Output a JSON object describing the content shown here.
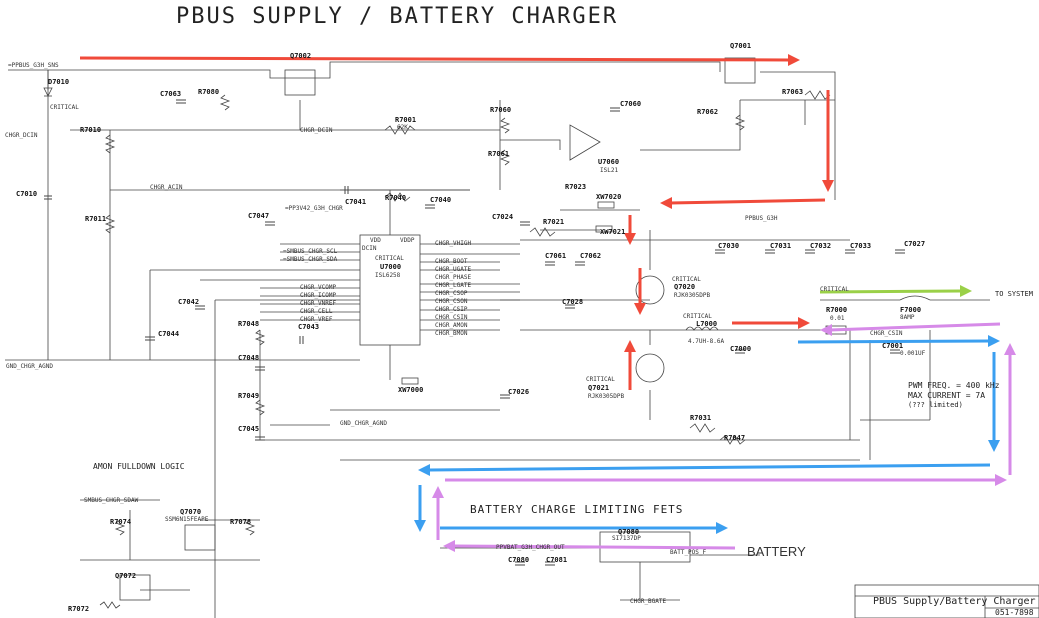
{
  "header": {
    "title": "PBUS SUPPLY / BATTERY CHARGER"
  },
  "colors": {
    "red": "#f04a3a",
    "blue": "#3b9ff0",
    "violet": "#d68ae8",
    "green": "#9ad048",
    "wire": "#444444"
  },
  "refs": {
    "q7001": "Q7001",
    "q7002": "Q7002",
    "d7010": "D7010",
    "d7010_note": "CRITICAL",
    "c7063": "C7063",
    "r7080": "R7080",
    "r7010": "R7010",
    "r7011": "R7011",
    "c7010": "C7010",
    "r7001": "R7001",
    "r7001_val": "62K",
    "r7060": "R7060",
    "r7061": "R7061",
    "u7060": "U7060",
    "u7060_part": "ISL21",
    "c7060": "C7060",
    "r7062": "R7062",
    "r7063": "R7063",
    "r7023": "R7023",
    "xw7020": "XW7020",
    "c7024": "C7024",
    "r7021": "R7021",
    "xw7021": "XW7021",
    "c7041": "C7041",
    "r7040": "R7040",
    "c7040": "C7040",
    "c7047": "C7047",
    "u7000": "U7000",
    "u7000_part": "ISL6258",
    "critical": "CRITICAL",
    "c7042": "C7042",
    "c7044": "C7044",
    "r7048": "R7048",
    "c7043": "C7043",
    "c7048": "C7048",
    "r7049": "R7049",
    "c7045": "C7045",
    "xw7000": "XW7000",
    "c7026": "C7026",
    "c7061": "C7061",
    "c7062": "C7062",
    "c7028": "C7028",
    "q7020": "Q7020",
    "q7020_part": "RJK0305DPB",
    "q7021": "Q7021",
    "q7021_part": "RJK0305DPB",
    "l7000": "L7000",
    "l7000_val": "4.7UH-8.6A",
    "c7000": "C7000",
    "r7000": "R7000",
    "r7000_val": "0.01",
    "f7000": "F7000",
    "f7000_val": "8AMP",
    "c7030": "C7030",
    "c7031": "C7031",
    "c7032": "C7032",
    "c7033": "C7033",
    "c7027": "C7027",
    "c7001": "C7001",
    "c7001_val": "0.001UF",
    "r7031": "R7031",
    "r7047": "R7047",
    "q7070": "Q7070",
    "q7070_part": "SSM6N15FEAPE",
    "r7074": "R7074",
    "r7078": "R7078",
    "q7072": "Q7072",
    "r7072": "R7072",
    "q7080": "Q7080",
    "q7080_part": "SI7137DP",
    "c7080": "C7080",
    "c7081": "C7081"
  },
  "nets": {
    "pbus_in": "=PPBUS_G3H_SNS",
    "gnd_chgr": "GND_CHGR_AGND",
    "chgr_dcin": "CHGR_DCIN",
    "chgr_acin": "CHGR_ACIN",
    "vddp": "VDDP",
    "vdd": "VDD",
    "dcin": "DCIN",
    "chgr_vhigh": "CHGR_VHIGH",
    "chgr_boot": "CHGR_BOOT",
    "chgr_ugate": "CHGR_UGATE",
    "chgr_phase": "CHGR_PHASE",
    "chgr_lgate": "CHGR_LGATE",
    "chgr_csop": "CHGR_CSOP",
    "chgr_cson": "CHGR_CSON",
    "chgr_csip": "CHGR_CSIP",
    "chgr_csin": "CHGR_CSIN",
    "chgr_amon": "CHGR_AMON",
    "chgr_bmon": "CHGR_BMON",
    "chgr_vcomp": "CHGR_VCOMP",
    "chgr_icomp": "CHGR_ICOMP",
    "chgr_vnref": "CHGR_VNREF",
    "chgr_cell": "CHGR_CELL",
    "chgr_vref": "CHGR_VREF",
    "smbus_scl": "=SMBUS_CHGR_SCL",
    "smbus_sda": "=SMBUS_CHGR_SDA",
    "ppbus_g3h": "PPBUS_G3H",
    "ppvbat_g3h": "PPVBAT_G3H_CHGR_OUT",
    "batt_pos": "BATT_POS_F",
    "chgr_bgate": "CHGR_BGATE",
    "pp3v42": "=PP3V42_G3H_CHGR",
    "amon_logic": "AMON FULLDOWN LOGIC",
    "smbus_chgr_sdaw": "SMBUS_CHGR_SDAW"
  },
  "annotations": {
    "to_system": "TO SYSTEM",
    "critical": "CRITICAL",
    "pwm_freq": "PWM FREQ. = 400 kHz",
    "max_current": "MAX CURRENT = 7A",
    "limited": "(??? limited)",
    "fets": "BATTERY CHARGE LIMITING FETS",
    "battery": "BATTERY"
  },
  "titleblock": {
    "title": "PBUS Supply/Battery Charger",
    "number": "051-7898"
  }
}
